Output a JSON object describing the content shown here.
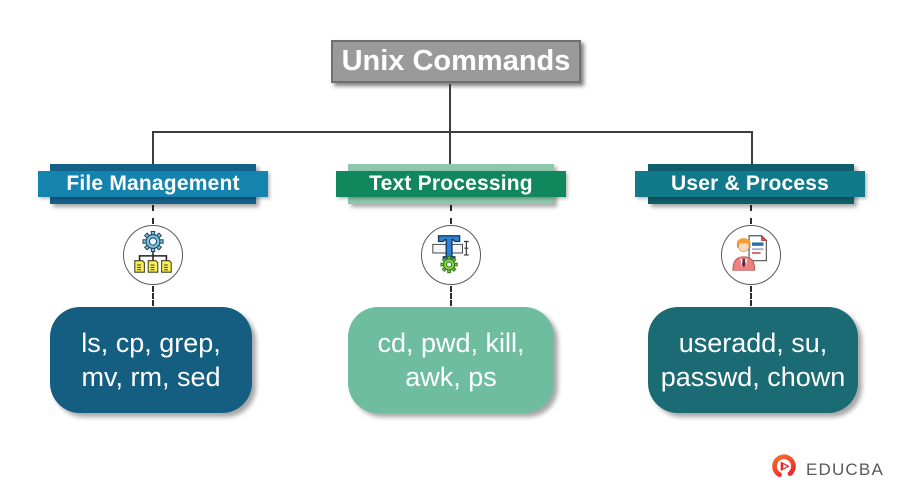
{
  "title": "Unix Commands",
  "colors": {
    "title_bg": "#9a9a9a",
    "line_solid": "#3d3d3d",
    "line_dashed": "#2b2b2b"
  },
  "columns": [
    {
      "header": "File Management",
      "icon": "files-with-gear-icon",
      "commands": [
        "ls, cp, grep,",
        "mv, rm, sed"
      ],
      "colors": {
        "back": "#16618a",
        "front": "#1483ae",
        "box": "#135e81"
      }
    },
    {
      "header": "Text Processing",
      "icon": "text-tool-gear-icon",
      "commands": [
        "cd, pwd, kill,",
        "awk, ps"
      ],
      "colors": {
        "back": "#8fc7ad",
        "front": "#10875d",
        "box": "#6ebd9f"
      }
    },
    {
      "header": "User & Process",
      "icon": "user-document-icon",
      "commands": [
        "useradd, su,",
        "passwd, chown"
      ],
      "colors": {
        "back": "#115e6b",
        "front": "#10798a",
        "box": "#1a6b74"
      }
    }
  ],
  "branding": {
    "logo_text": "EDUCBA",
    "logo_icon": "educba-swirl-icon",
    "logo_red": "#e8262d",
    "logo_orange": "#f2682a"
  }
}
